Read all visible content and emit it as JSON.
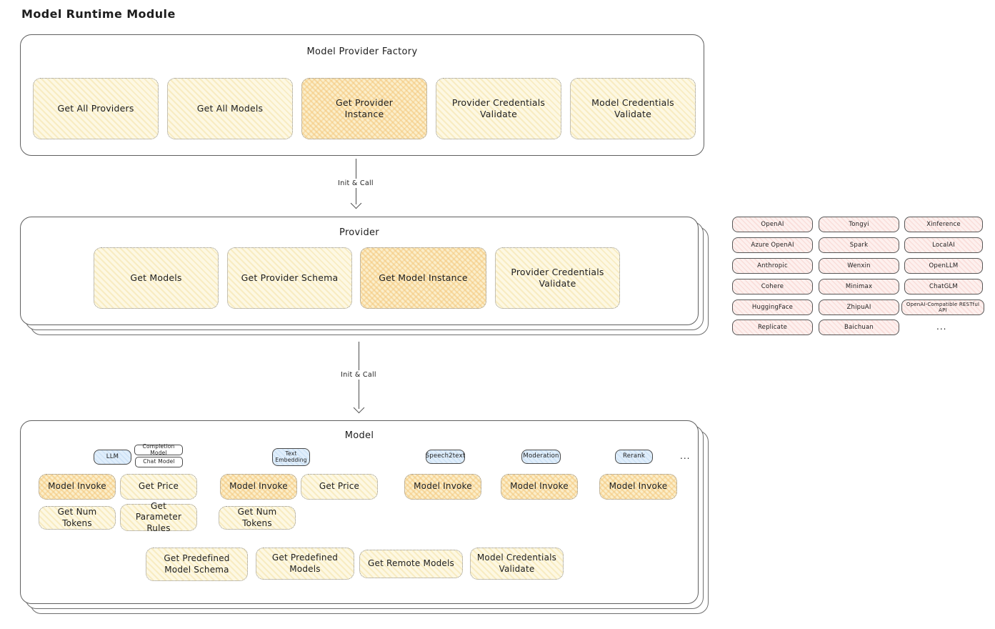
{
  "page_title": "Model Runtime Module",
  "colors": {
    "node_yellow": "#fdf8e3",
    "node_orange_highlight": "#fbeeca",
    "provider_pink": "#fdf0ee",
    "tab_blue": "#e0eefb",
    "frame_border": "#5f5f5f"
  },
  "factory": {
    "title": "Model Provider Factory",
    "nodes": [
      "Get All Providers",
      "Get All Models",
      "Get Provider Instance",
      "Provider Credentials Validate",
      "Model Credentials Validate"
    ],
    "highlighted_node": "Get Provider Instance"
  },
  "arrows": {
    "factory_to_provider": "Init & Call",
    "provider_to_model": "Init & Call"
  },
  "provider": {
    "title": "Provider",
    "nodes": [
      "Get Models",
      "Get Provider Schema",
      "Get Model Instance",
      "Provider Credentials Validate"
    ],
    "highlighted_node": "Get Model Instance"
  },
  "provider_list": {
    "col1": [
      "OpenAI",
      "Azure OpenAI",
      "Anthropic",
      "Cohere",
      "HuggingFace",
      "Replicate"
    ],
    "col2": [
      "Tongyi",
      "Spark",
      "Wenxin",
      "Minimax",
      "ZhipuAI",
      "Baichuan"
    ],
    "col3": [
      "Xinference",
      "LocalAI",
      "OpenLLM",
      "ChatGLM",
      "OpenAI-Compatible RESTful API"
    ],
    "more": "..."
  },
  "model": {
    "title": "Model",
    "tabs": [
      "LLM",
      "Completion Model",
      "Chat Model",
      "Text Embedding",
      "Speech2text",
      "Moderation",
      "Rerank"
    ],
    "tabs_more": "...",
    "ops_row1": [
      "Model Invoke",
      "Get Price",
      "Model Invoke",
      "Get Price",
      "Model Invoke",
      "Model Invoke",
      "Model Invoke"
    ],
    "ops_row2": [
      "Get Num Tokens",
      "Get Parameter Rules",
      "Get Num Tokens"
    ],
    "ops_row3": [
      "Get Predefined Model Schema",
      "Get Predefined Models",
      "Get Remote Models",
      "Model Credentials Validate"
    ]
  }
}
